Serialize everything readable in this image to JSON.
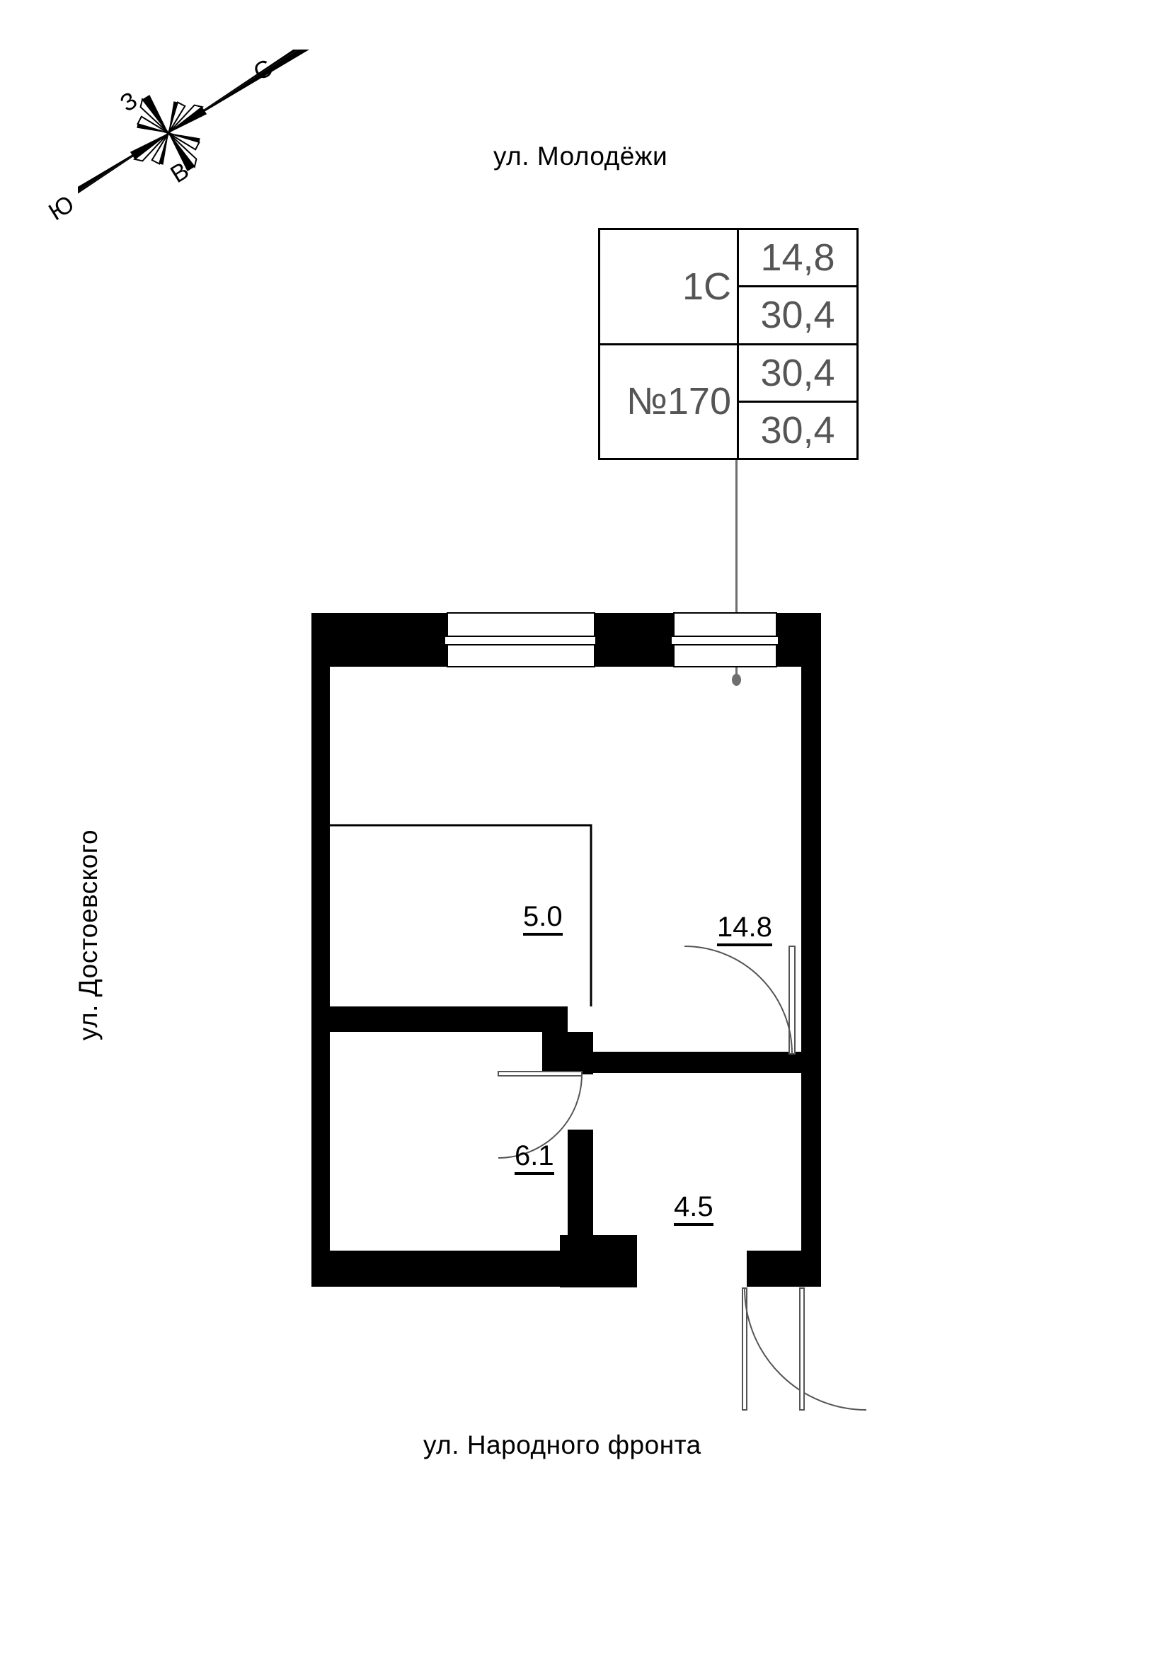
{
  "streets": {
    "top": "ул. Молодёжи",
    "bottom": "ул. Народного фронта",
    "left": "ул. Достоевского"
  },
  "compass": {
    "north": "С",
    "west": "З",
    "east": "В",
    "south": "Ю"
  },
  "info_table": {
    "rows": [
      {
        "label": "1С",
        "values": [
          "14,8",
          "30,4"
        ]
      },
      {
        "label": "№170",
        "values": [
          "30,4",
          "30,4"
        ]
      }
    ]
  },
  "plan": {
    "areas": [
      {
        "name": "kitchen-niche",
        "value": "5.0"
      },
      {
        "name": "living-room",
        "value": "14.8"
      },
      {
        "name": "bathroom",
        "value": "6.1"
      },
      {
        "name": "hallway",
        "value": "4.5"
      }
    ]
  },
  "colors": {
    "wall": "#000000",
    "leader": "#6e6e6e",
    "table_text": "#555555",
    "background": "#ffffff"
  }
}
